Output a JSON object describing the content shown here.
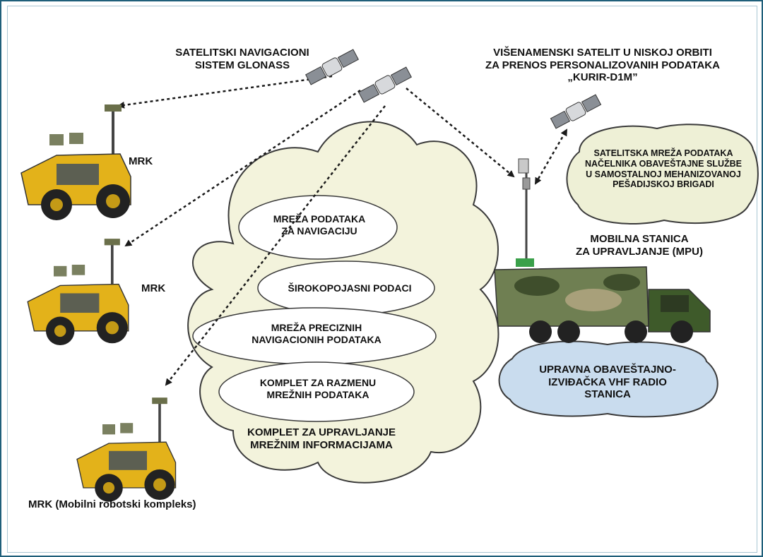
{
  "labels": {
    "glonass": [
      "SATELITSKI NAVIGACIONI",
      "SISTEM GLONASS"
    ],
    "kurir": [
      "VIŠENAMENSKI SATELIT U NISKOJ ORBITI",
      "ZA PRENOS PERSONALIZOVANIH PODATAKA",
      "„KURIR-D1M”"
    ],
    "mrk_1": "MRK",
    "mrk_2": "MRK",
    "mrk_3": "MRK (Mobilni robotski kompleks)",
    "sat_network": [
      "SATELITSKA MREŽA PODATAKA",
      "NAČELNIKA OBAVEŠTAJNE SLUŽBE",
      "U SAMOSTALNOJ MEHANIZOVANOJ",
      "PEŠADIJSKOJ BRIGADI"
    ],
    "mpu": [
      "MOBILNA STANICA",
      "ZA UPRAVLJANJE (MPU)"
    ],
    "vhf": [
      "UPRAVNA OBAVEŠTAJNO-",
      "IZVIĐAČKA VHF RADIO",
      "STANICA"
    ],
    "cloud_bottom": [
      "KOMPLET ZA UPRAVLJANJE",
      "MREŽNIM INFORMACIJAMA"
    ]
  },
  "ellipses": [
    {
      "lines": [
        "MREŽA PODATAKA",
        "ZA NAVIGACIJU"
      ]
    },
    {
      "lines": [
        "ŠIROKOPOJASNI PODACI"
      ]
    },
    {
      "lines": [
        "MREŽA PRECIZNIH",
        "NAVIGACIONIH PODATAKA"
      ]
    },
    {
      "lines": [
        "KOMPLET ZA RAZMENU",
        "MREŽNIH PODATAKA"
      ]
    }
  ],
  "colors": {
    "frame": "#1f5f7a",
    "cloud_main": "#f3f3dc",
    "cloud_satnet": "#eef0d6",
    "cloud_vhf": "#c9dcee",
    "robot_body": "#e3b21a",
    "camo_green": "#4e6b3a",
    "arrow": "#1a1a1a"
  },
  "icons": [
    "satellite-icon",
    "robot-vehicle-icon",
    "truck-icon",
    "antenna-mast-icon"
  ]
}
